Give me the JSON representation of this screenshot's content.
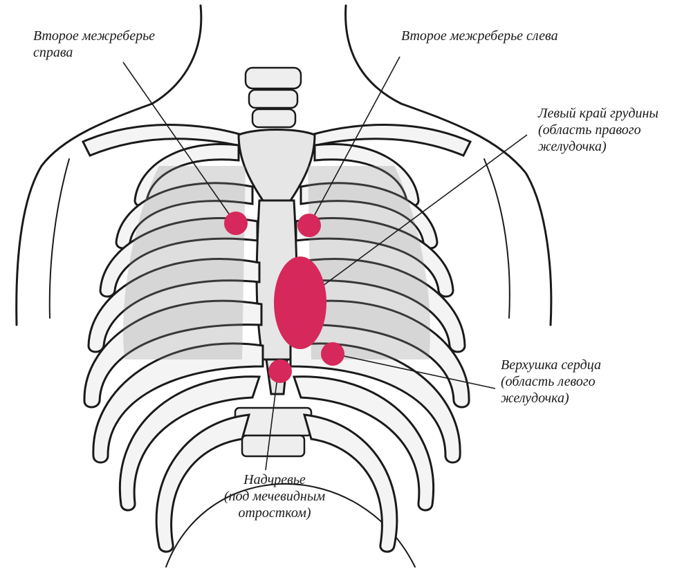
{
  "labels": {
    "second_icsr": {
      "line1": "Второе межреберье",
      "line2": "справа"
    },
    "second_icsl": {
      "line1": "Второе межреберье слева"
    },
    "left_sternal": {
      "line1": "Левый край грудины",
      "line2": "(область правого",
      "line3": "желудочка)"
    },
    "apex": {
      "line1": "Верхушка сердца",
      "line2": "(область левого",
      "line3": "желудочка)"
    },
    "epigastrium": {
      "line1": "Надчревье",
      "line2": "(под мечевидным",
      "line3": "отростком)"
    }
  },
  "colors": {
    "marker": "#d6285a",
    "ink": "#1a1a1a",
    "bone_fill": "#f4f4f4",
    "shade": "#8a8a8a"
  }
}
